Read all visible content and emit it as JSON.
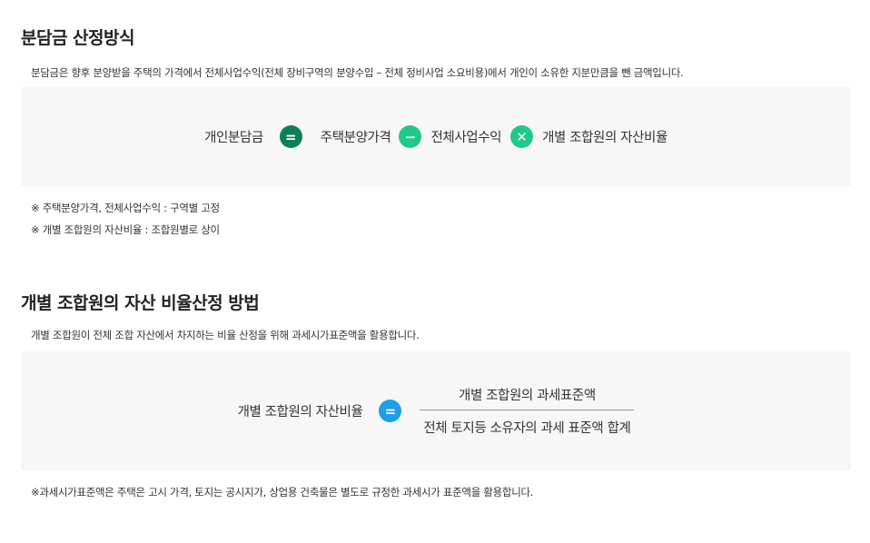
{
  "section1": {
    "title": "분담금 산정방식",
    "description": "분담금은 향후 분양받을 주택의 가격에서 전체사업수익(전체 장비구역의 분양수입 – 전체 정비사업 소요비용)에서 개인이 소유한 지분만큼을 뺀 금액입니다.",
    "formula": {
      "result": "개인분담금",
      "op_equals": "=",
      "term1": "주택분양가격",
      "op_minus": "−",
      "term2": "전체사업수익",
      "op_times": "✕",
      "term3": "개별 조합원의 자산비율"
    },
    "notes": [
      "※ 주택분양가격, 전체사업수익 : 구역별 고정",
      "※ 개별 조합원의 자산비율 : 조합원별로 상이"
    ]
  },
  "section2": {
    "title": "개별 조합원의 자산 비율산정 방법",
    "description": "개별 조합원이 전체 조합 자산에서 차지하는 비율 산정을 위해 과세시가표준액을 활용합니다.",
    "formula": {
      "result": "개별 조합원의 자산비율",
      "op_equals": "=",
      "numerator": "개별 조합원의 과세표준액",
      "denominator": "전체 토지등 소유자의 과세 표준액 합계"
    },
    "note": "※과세시가표준액은 주택은 고시 가격, 토지는 공시지가, 상업용 건축물은 별도로 규정한 과세시가 표준액을 활용합니다."
  },
  "colors": {
    "equals_dark": "#0f7f58",
    "minus_green": "#1ec98a",
    "times_green": "#1ec98a",
    "equals_blue": "#1e9ee6",
    "box_bg": "#f7f7f7"
  }
}
